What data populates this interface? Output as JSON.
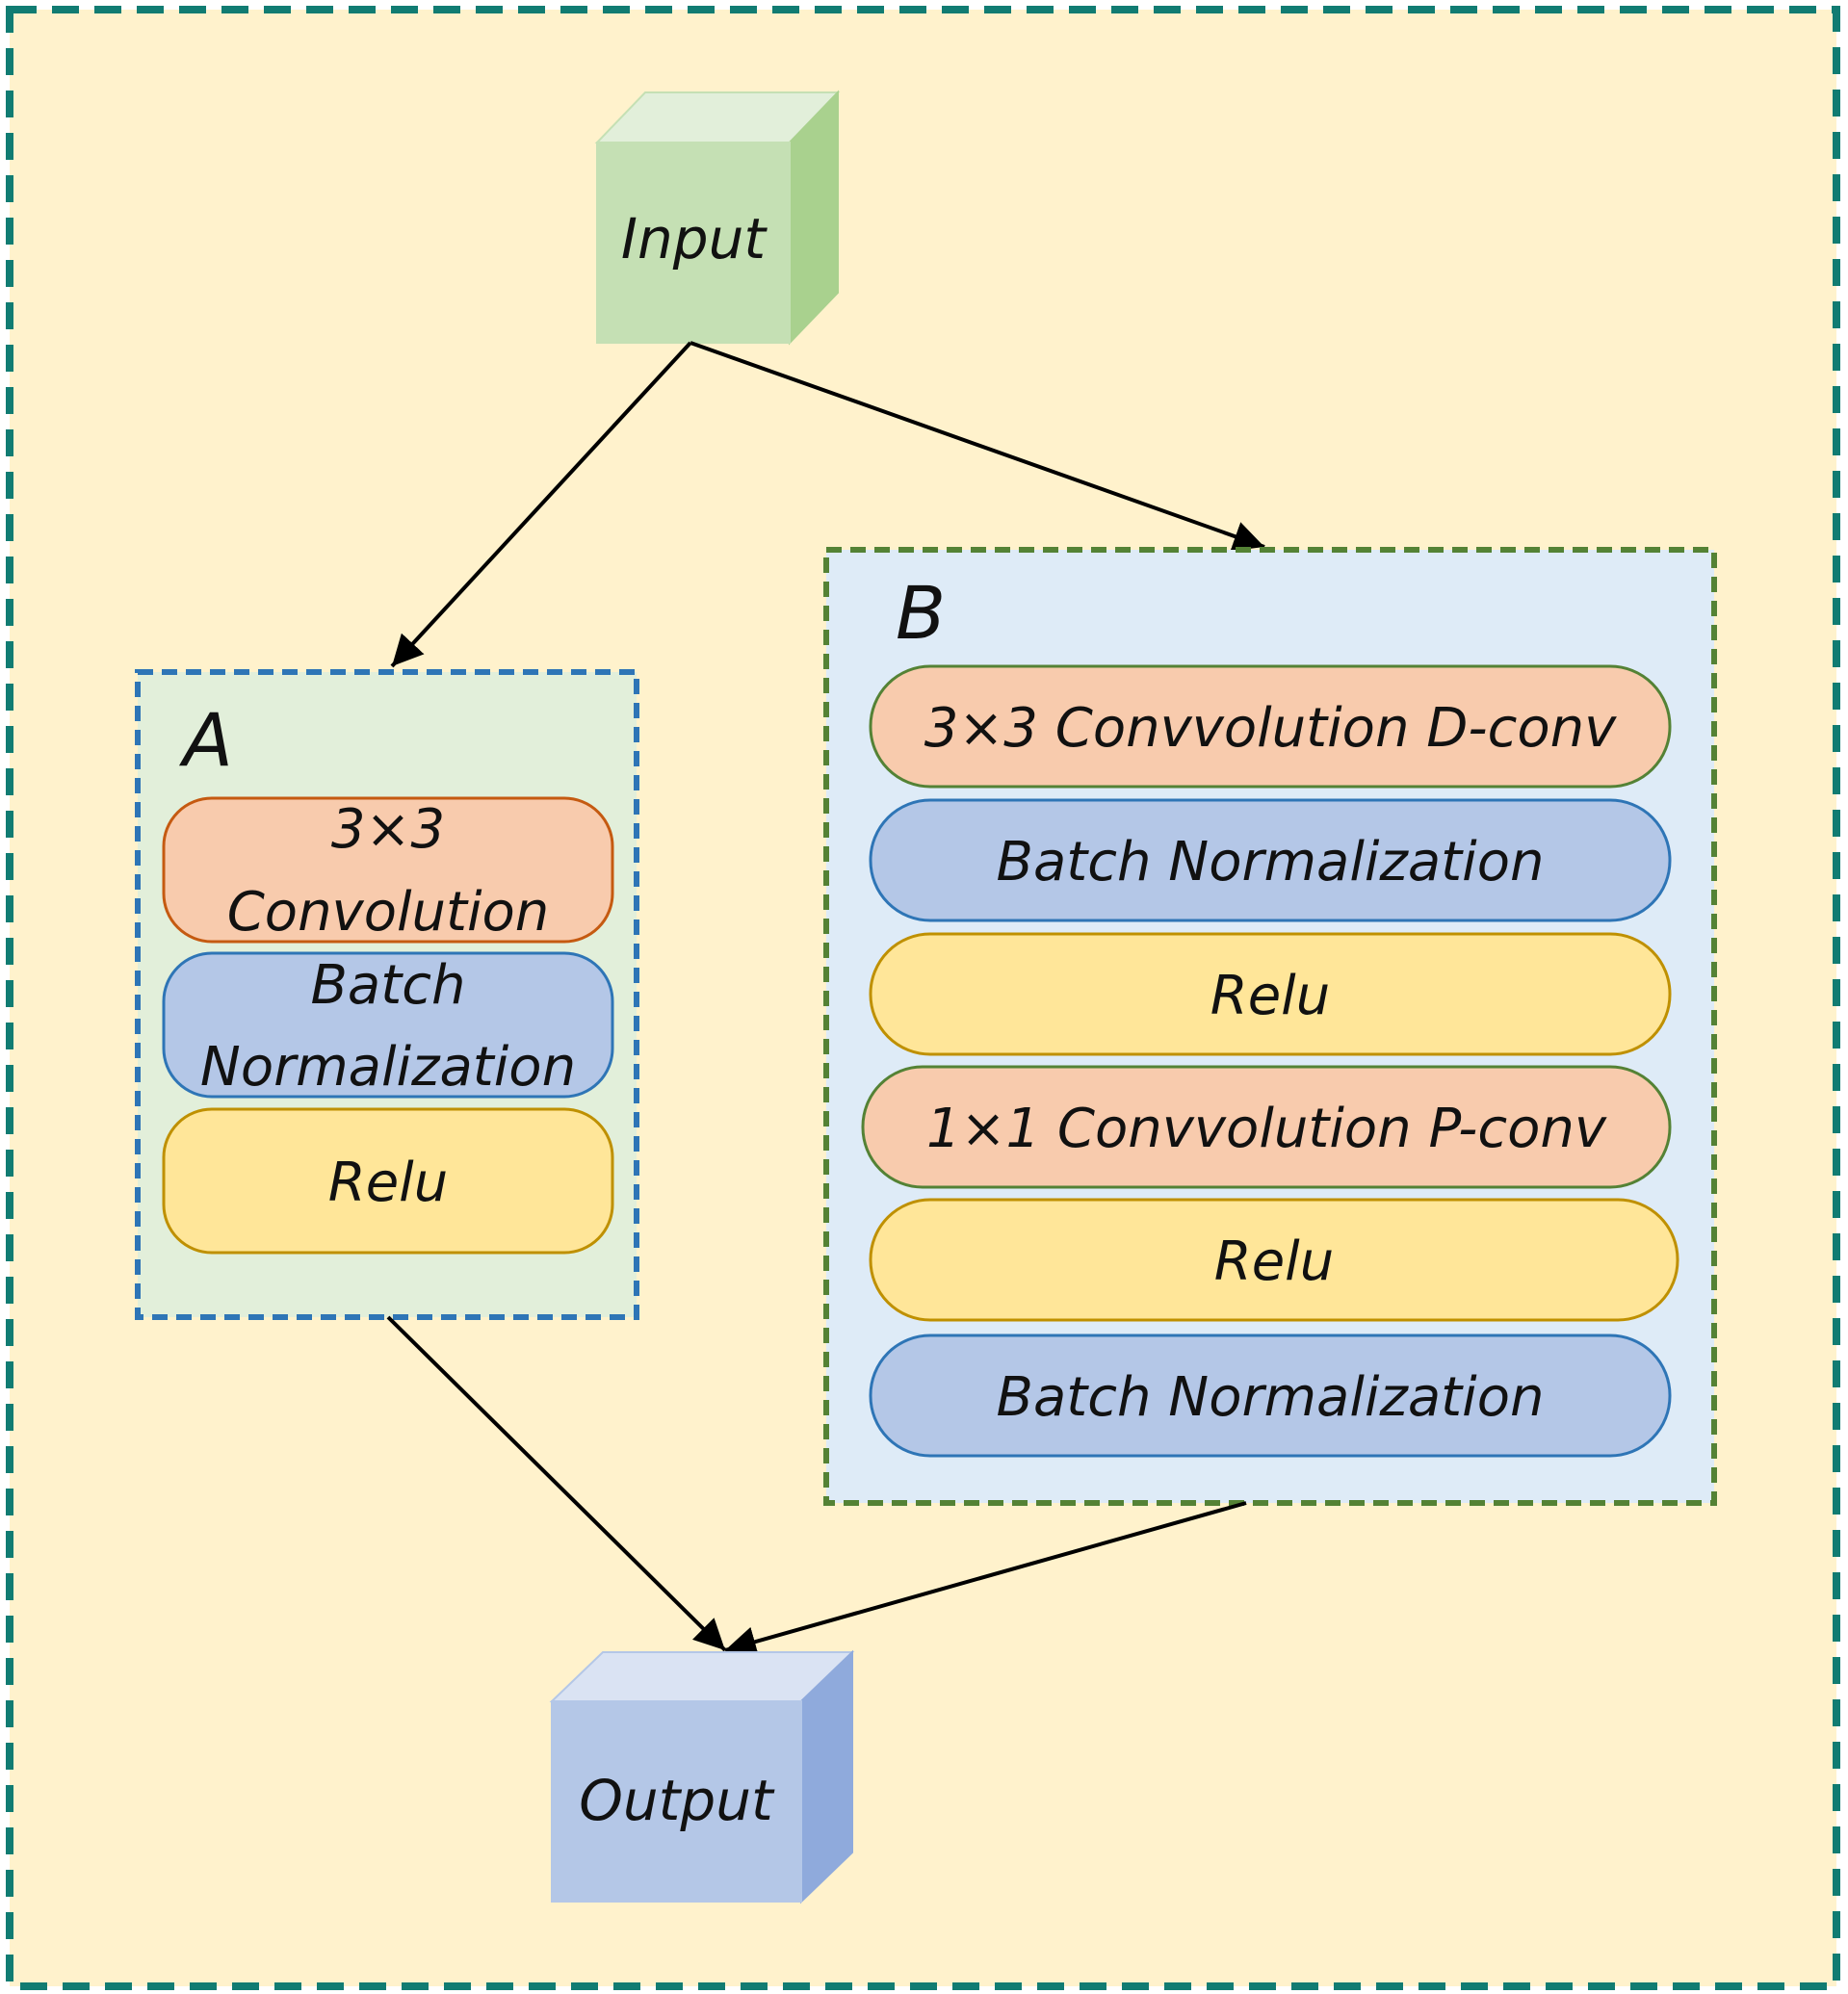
{
  "diagram": {
    "input_label": "Input",
    "output_label": "Output",
    "block_a": {
      "title": "A",
      "layers": [
        {
          "line1": "3×3",
          "line2": "Convolution"
        },
        {
          "line1": "Batch",
          "line2": "Normalization"
        },
        {
          "line1": "Relu"
        }
      ]
    },
    "block_b": {
      "title": "B",
      "layers": [
        {
          "label": "3×3 Convvolution D-conv"
        },
        {
          "label": "Batch Normalization"
        },
        {
          "label": "Relu"
        },
        {
          "label": "1×1 Convvolution P-conv"
        },
        {
          "label": "Relu"
        },
        {
          "label": "Batch Normalization"
        }
      ]
    },
    "colors": {
      "background": "#fff2cc",
      "outer_border": "#117c72",
      "block_a_fill": "#e2efda",
      "block_a_border": "#2e75b6",
      "block_b_fill": "#deebf7",
      "block_b_border": "#548235",
      "conv_fill": "#f8cbad",
      "bn_fill": "#b4c7e7",
      "relu_fill": "#ffe699",
      "input_cube": "#c5e0b4",
      "output_cube": "#b4c7e7"
    }
  }
}
